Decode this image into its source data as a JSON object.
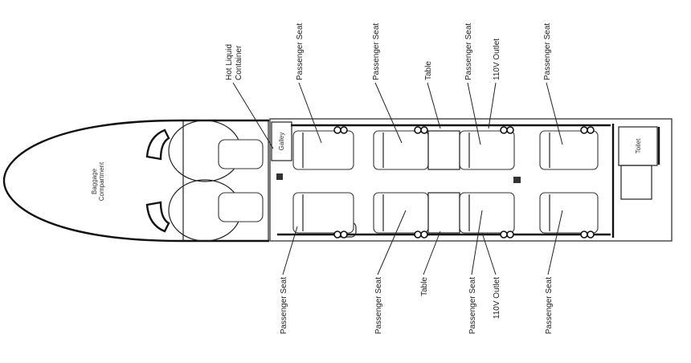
{
  "title": "Cabin Layout",
  "areas": {
    "baggage": [
      "Baggage",
      "Compartment"
    ],
    "galley": "Galley",
    "toilet": "Toilet"
  },
  "top_labels": [
    {
      "lines": [
        "Hot Liquid",
        "Container"
      ]
    },
    {
      "lines": [
        "Passenger Seat"
      ]
    },
    {
      "lines": [
        "Passenger Seat"
      ]
    },
    {
      "lines": [
        "Table"
      ]
    },
    {
      "lines": [
        "Passenger Seat"
      ]
    },
    {
      "lines": [
        "110V Outlet"
      ]
    },
    {
      "lines": [
        "Passenger Seat"
      ]
    }
  ],
  "bottom_labels": [
    {
      "lines": [
        "Passenger Seat"
      ]
    },
    {
      "lines": [
        "Passenger Seat"
      ]
    },
    {
      "lines": [
        "Table"
      ]
    },
    {
      "lines": [
        "Passenger Seat"
      ]
    },
    {
      "lines": [
        "110V Outlet"
      ]
    },
    {
      "lines": [
        "Passenger Seat"
      ]
    }
  ]
}
